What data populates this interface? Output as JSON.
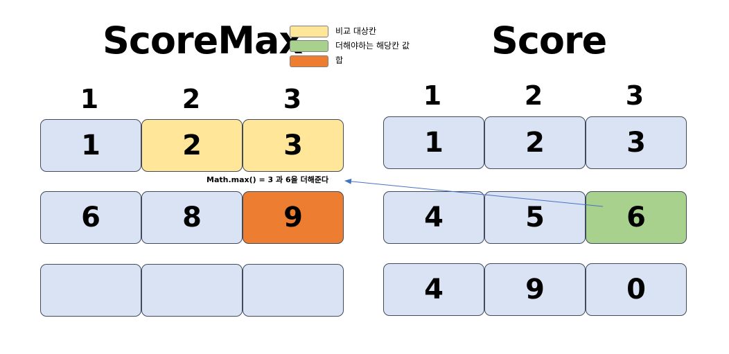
{
  "titles": {
    "left": "ScoreMax",
    "right": "Score"
  },
  "legend": [
    {
      "label": "비교 대상칸",
      "color": "#FFE699"
    },
    {
      "label": "더해야하는 해당칸 값",
      "color": "#A9D18E"
    },
    {
      "label": "합",
      "color": "#ED7D31"
    }
  ],
  "annotation": "Math.max() = 3 과 6을 더해준다",
  "colors": {
    "default": "#DAE3F3",
    "compare": "#FFE699",
    "add": "#A9D18E",
    "sum": "#ED7D31",
    "arrow": "#4472C4"
  },
  "score_max": {
    "headers": [
      "1",
      "2",
      "3"
    ],
    "rows": [
      [
        {
          "value": "1",
          "state": "default"
        },
        {
          "value": "2",
          "state": "compare"
        },
        {
          "value": "3",
          "state": "compare"
        }
      ],
      [
        {
          "value": "6",
          "state": "default"
        },
        {
          "value": "8",
          "state": "default"
        },
        {
          "value": "9",
          "state": "sum"
        }
      ],
      [
        {
          "value": "",
          "state": "default"
        },
        {
          "value": "",
          "state": "default"
        },
        {
          "value": "",
          "state": "default"
        }
      ]
    ]
  },
  "score": {
    "headers": [
      "1",
      "2",
      "3"
    ],
    "rows": [
      [
        {
          "value": "1",
          "state": "default"
        },
        {
          "value": "2",
          "state": "default"
        },
        {
          "value": "3",
          "state": "default"
        }
      ],
      [
        {
          "value": "4",
          "state": "default"
        },
        {
          "value": "5",
          "state": "default"
        },
        {
          "value": "6",
          "state": "add"
        }
      ],
      [
        {
          "value": "4",
          "state": "default"
        },
        {
          "value": "9",
          "state": "default"
        },
        {
          "value": "0",
          "state": "default"
        }
      ]
    ]
  }
}
